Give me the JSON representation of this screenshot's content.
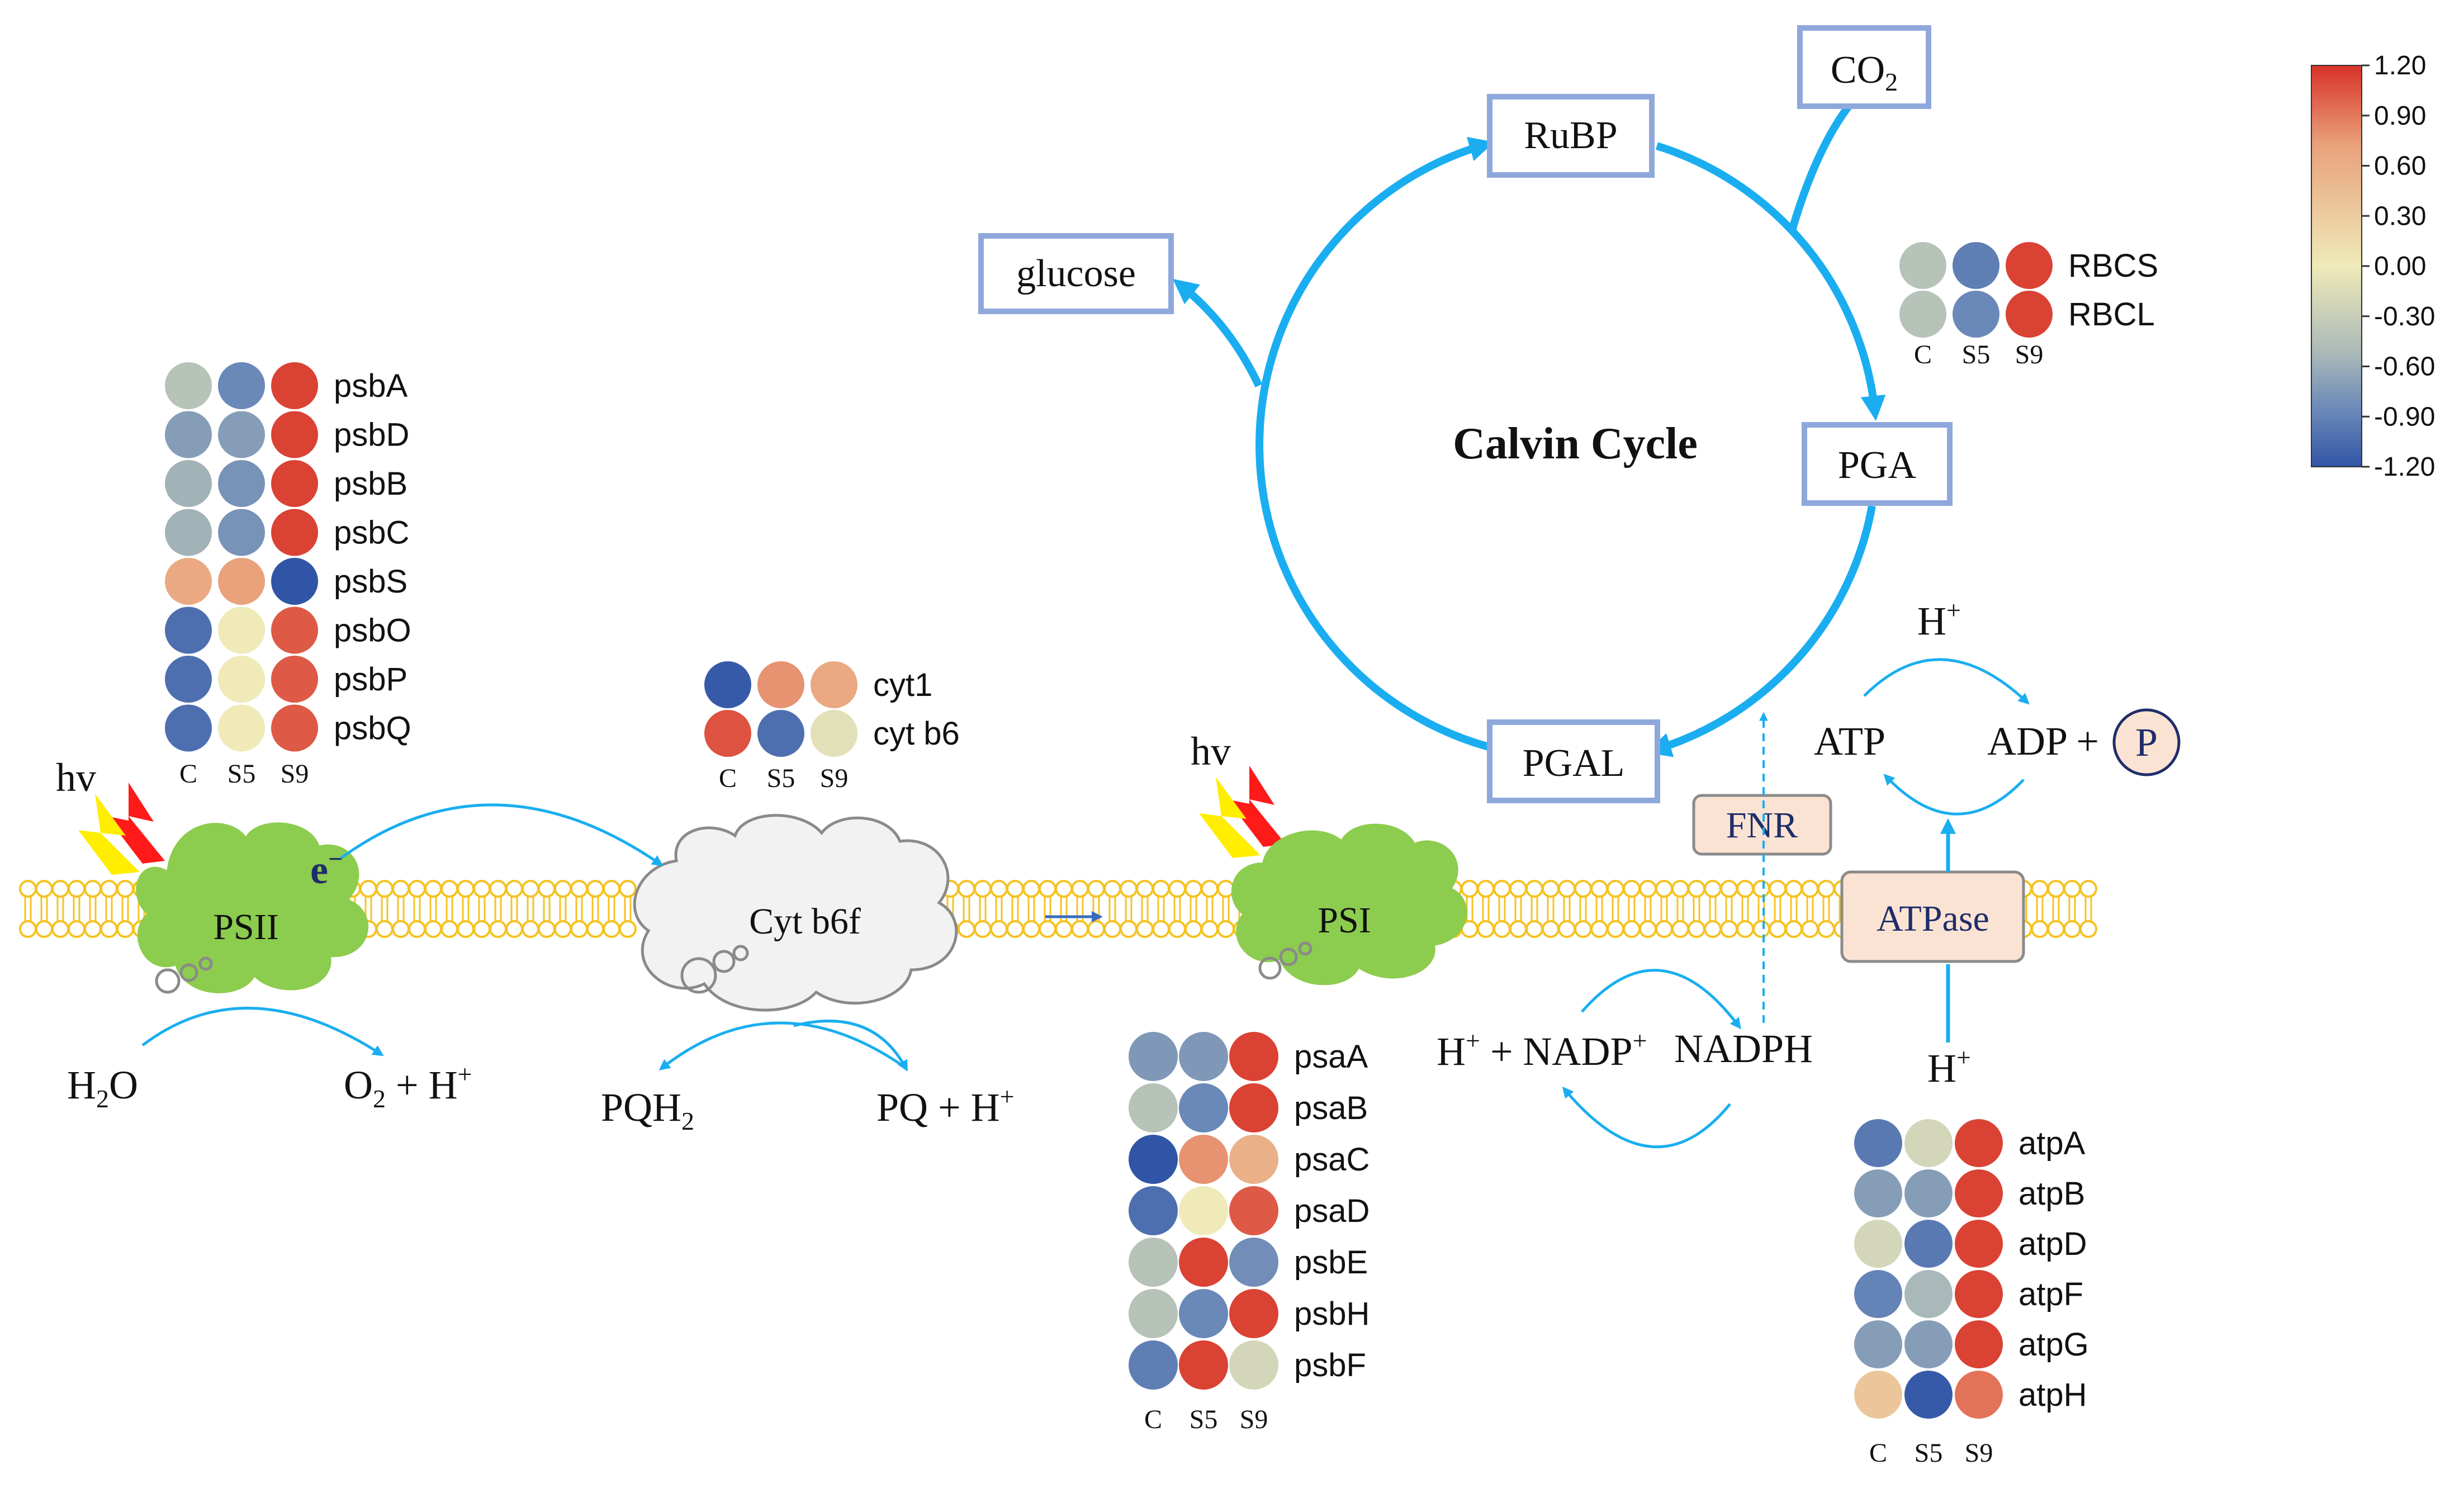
{
  "colors": {
    "arrow": "#1aaef0",
    "box_border": "#8fa8dc",
    "membrane": "#f4c322",
    "complex_green": "#8ccc4e",
    "cloud_fill": "#f2f2f2",
    "label_box_fill": "#fbe3d3",
    "navy_text": "#1f2d6a"
  },
  "colorbar": {
    "ticks": [
      "1.20",
      "0.90",
      "0.60",
      "0.30",
      "0.00",
      "-0.30",
      "-0.60",
      "-0.90",
      "-1.20"
    ],
    "min": -1.2,
    "max": 1.2,
    "stops": [
      "#3155a6",
      "#6a88b8",
      "#a9b8b8",
      "#efeab8",
      "#e9a27c",
      "#d83228"
    ]
  },
  "calvin": {
    "title": "Calvin Cycle",
    "boxes": {
      "rubp": "RuBP",
      "co2": "CO",
      "co2_sub": "2",
      "glucose": "glucose",
      "pga": "PGA",
      "pgal": "PGAL"
    }
  },
  "complexes": {
    "psii": "PSII",
    "cytb6f": "Cyt b6f",
    "psi": "PSI",
    "fnr": "FNR",
    "atpase": "ATPase"
  },
  "labels": {
    "hv_left": "hv",
    "hv_right": "hv",
    "electron": "e",
    "electron_sup": "−",
    "h2o_main": "H",
    "h2o_sub": "2",
    "h2o_end": "O",
    "o2_main": "O",
    "o2_sub": "2",
    "o2_end": " + H",
    "o2_sup": "+",
    "pqh2_main": "PQH",
    "pqh2_sub": "2",
    "pq_main": "PQ + H",
    "pq_sup": "+",
    "nadp_h": "H",
    "nadp_h_sup": "+",
    "nadp_mid": " + NADP",
    "nadp_sup": "+",
    "nadph": "NADPH",
    "h_top": "H",
    "h_top_sup": "+",
    "h_bottom": "H",
    "h_bottom_sup": "+",
    "atp": "ATP",
    "adp": "ADP +",
    "p": "P"
  },
  "groups": {
    "psb": {
      "columns": [
        "C",
        "S5",
        "S9"
      ],
      "genes": [
        "psbA",
        "psbD",
        "psbB",
        "psbC",
        "psbS",
        "psbO",
        "psbP",
        "psbQ"
      ],
      "values": [
        [
          -0.2,
          -0.7,
          1.1
        ],
        [
          -0.5,
          -0.5,
          1.1
        ],
        [
          -0.3,
          -0.6,
          1.1
        ],
        [
          -0.3,
          -0.6,
          1.1
        ],
        [
          0.45,
          0.5,
          -1.2
        ],
        [
          -0.95,
          0.0,
          0.95
        ],
        [
          -0.95,
          0.0,
          0.95
        ],
        [
          -0.95,
          0.0,
          0.95
        ]
      ]
    },
    "cyt": {
      "columns": [
        "C",
        "S5",
        "S9"
      ],
      "genes": [
        "cyt1",
        "cyt b6"
      ],
      "values": [
        [
          -1.15,
          0.6,
          0.45
        ],
        [
          1.0,
          -0.95,
          -0.05
        ]
      ]
    },
    "rbc": {
      "columns": [
        "C",
        "S5",
        "S9"
      ],
      "genes": [
        "RBCS",
        "RBCL"
      ],
      "values": [
        [
          -0.2,
          -0.8,
          1.1
        ],
        [
          -0.2,
          -0.7,
          1.1
        ]
      ]
    },
    "psa": {
      "columns": [
        "C",
        "S5",
        "S9"
      ],
      "genes": [
        "psaA",
        "psaB",
        "psaC",
        "psaD",
        "psbE",
        "psbH",
        "psbF"
      ],
      "values": [
        [
          -0.55,
          -0.55,
          1.1
        ],
        [
          -0.2,
          -0.7,
          1.1
        ],
        [
          -1.2,
          0.6,
          0.4
        ],
        [
          -0.95,
          0.0,
          0.95
        ],
        [
          -0.2,
          1.1,
          -0.65
        ],
        [
          -0.2,
          -0.7,
          1.1
        ],
        [
          -0.8,
          1.1,
          -0.1
        ]
      ]
    },
    "atp": {
      "columns": [
        "C",
        "S5",
        "S9"
      ],
      "genes": [
        "atpA",
        "atpB",
        "atpD",
        "atpF",
        "atpG",
        "atpH"
      ],
      "values": [
        [
          -0.85,
          -0.1,
          1.1
        ],
        [
          -0.5,
          -0.5,
          1.1
        ],
        [
          -0.1,
          -0.85,
          1.1
        ],
        [
          -0.75,
          -0.25,
          1.1
        ],
        [
          -0.5,
          -0.5,
          1.1
        ],
        [
          0.25,
          -1.15,
          0.8
        ]
      ]
    }
  }
}
